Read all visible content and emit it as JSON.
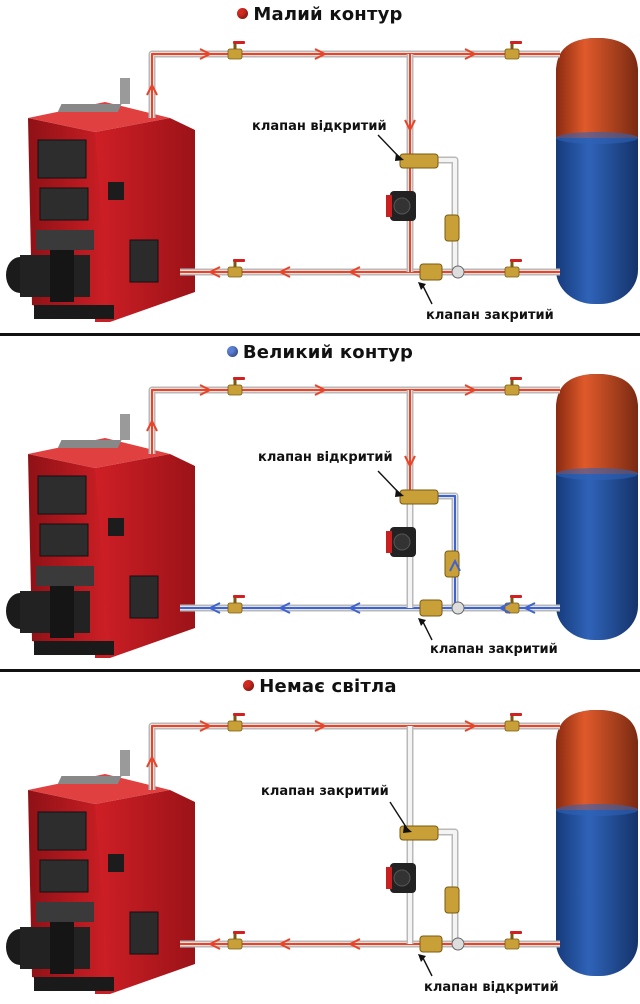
{
  "colors": {
    "hot": "#e8442a",
    "cold": "#3f63d1",
    "boiler_red": "#cf1f26",
    "tank_top": "#e05a2b",
    "tank_bottom": "#2f63b8",
    "brass": "#c9a037"
  },
  "panels": [
    {
      "title": "Малий контур",
      "dot_color": "#d22a20",
      "valve_top_label": "клапан відкритий",
      "valve_bottom_label": "клапан закритий",
      "mode": "small"
    },
    {
      "title": "Великий контур",
      "dot_color": "#5b7fd6",
      "valve_top_label": "клапан відкритий",
      "valve_bottom_label": "клапан закритий",
      "mode": "big"
    },
    {
      "title": "Немає світла",
      "dot_color": "#d22a20",
      "valve_top_label": "клапан закритий",
      "valve_bottom_label": "клапан відкритий",
      "mode": "nolight"
    }
  ]
}
